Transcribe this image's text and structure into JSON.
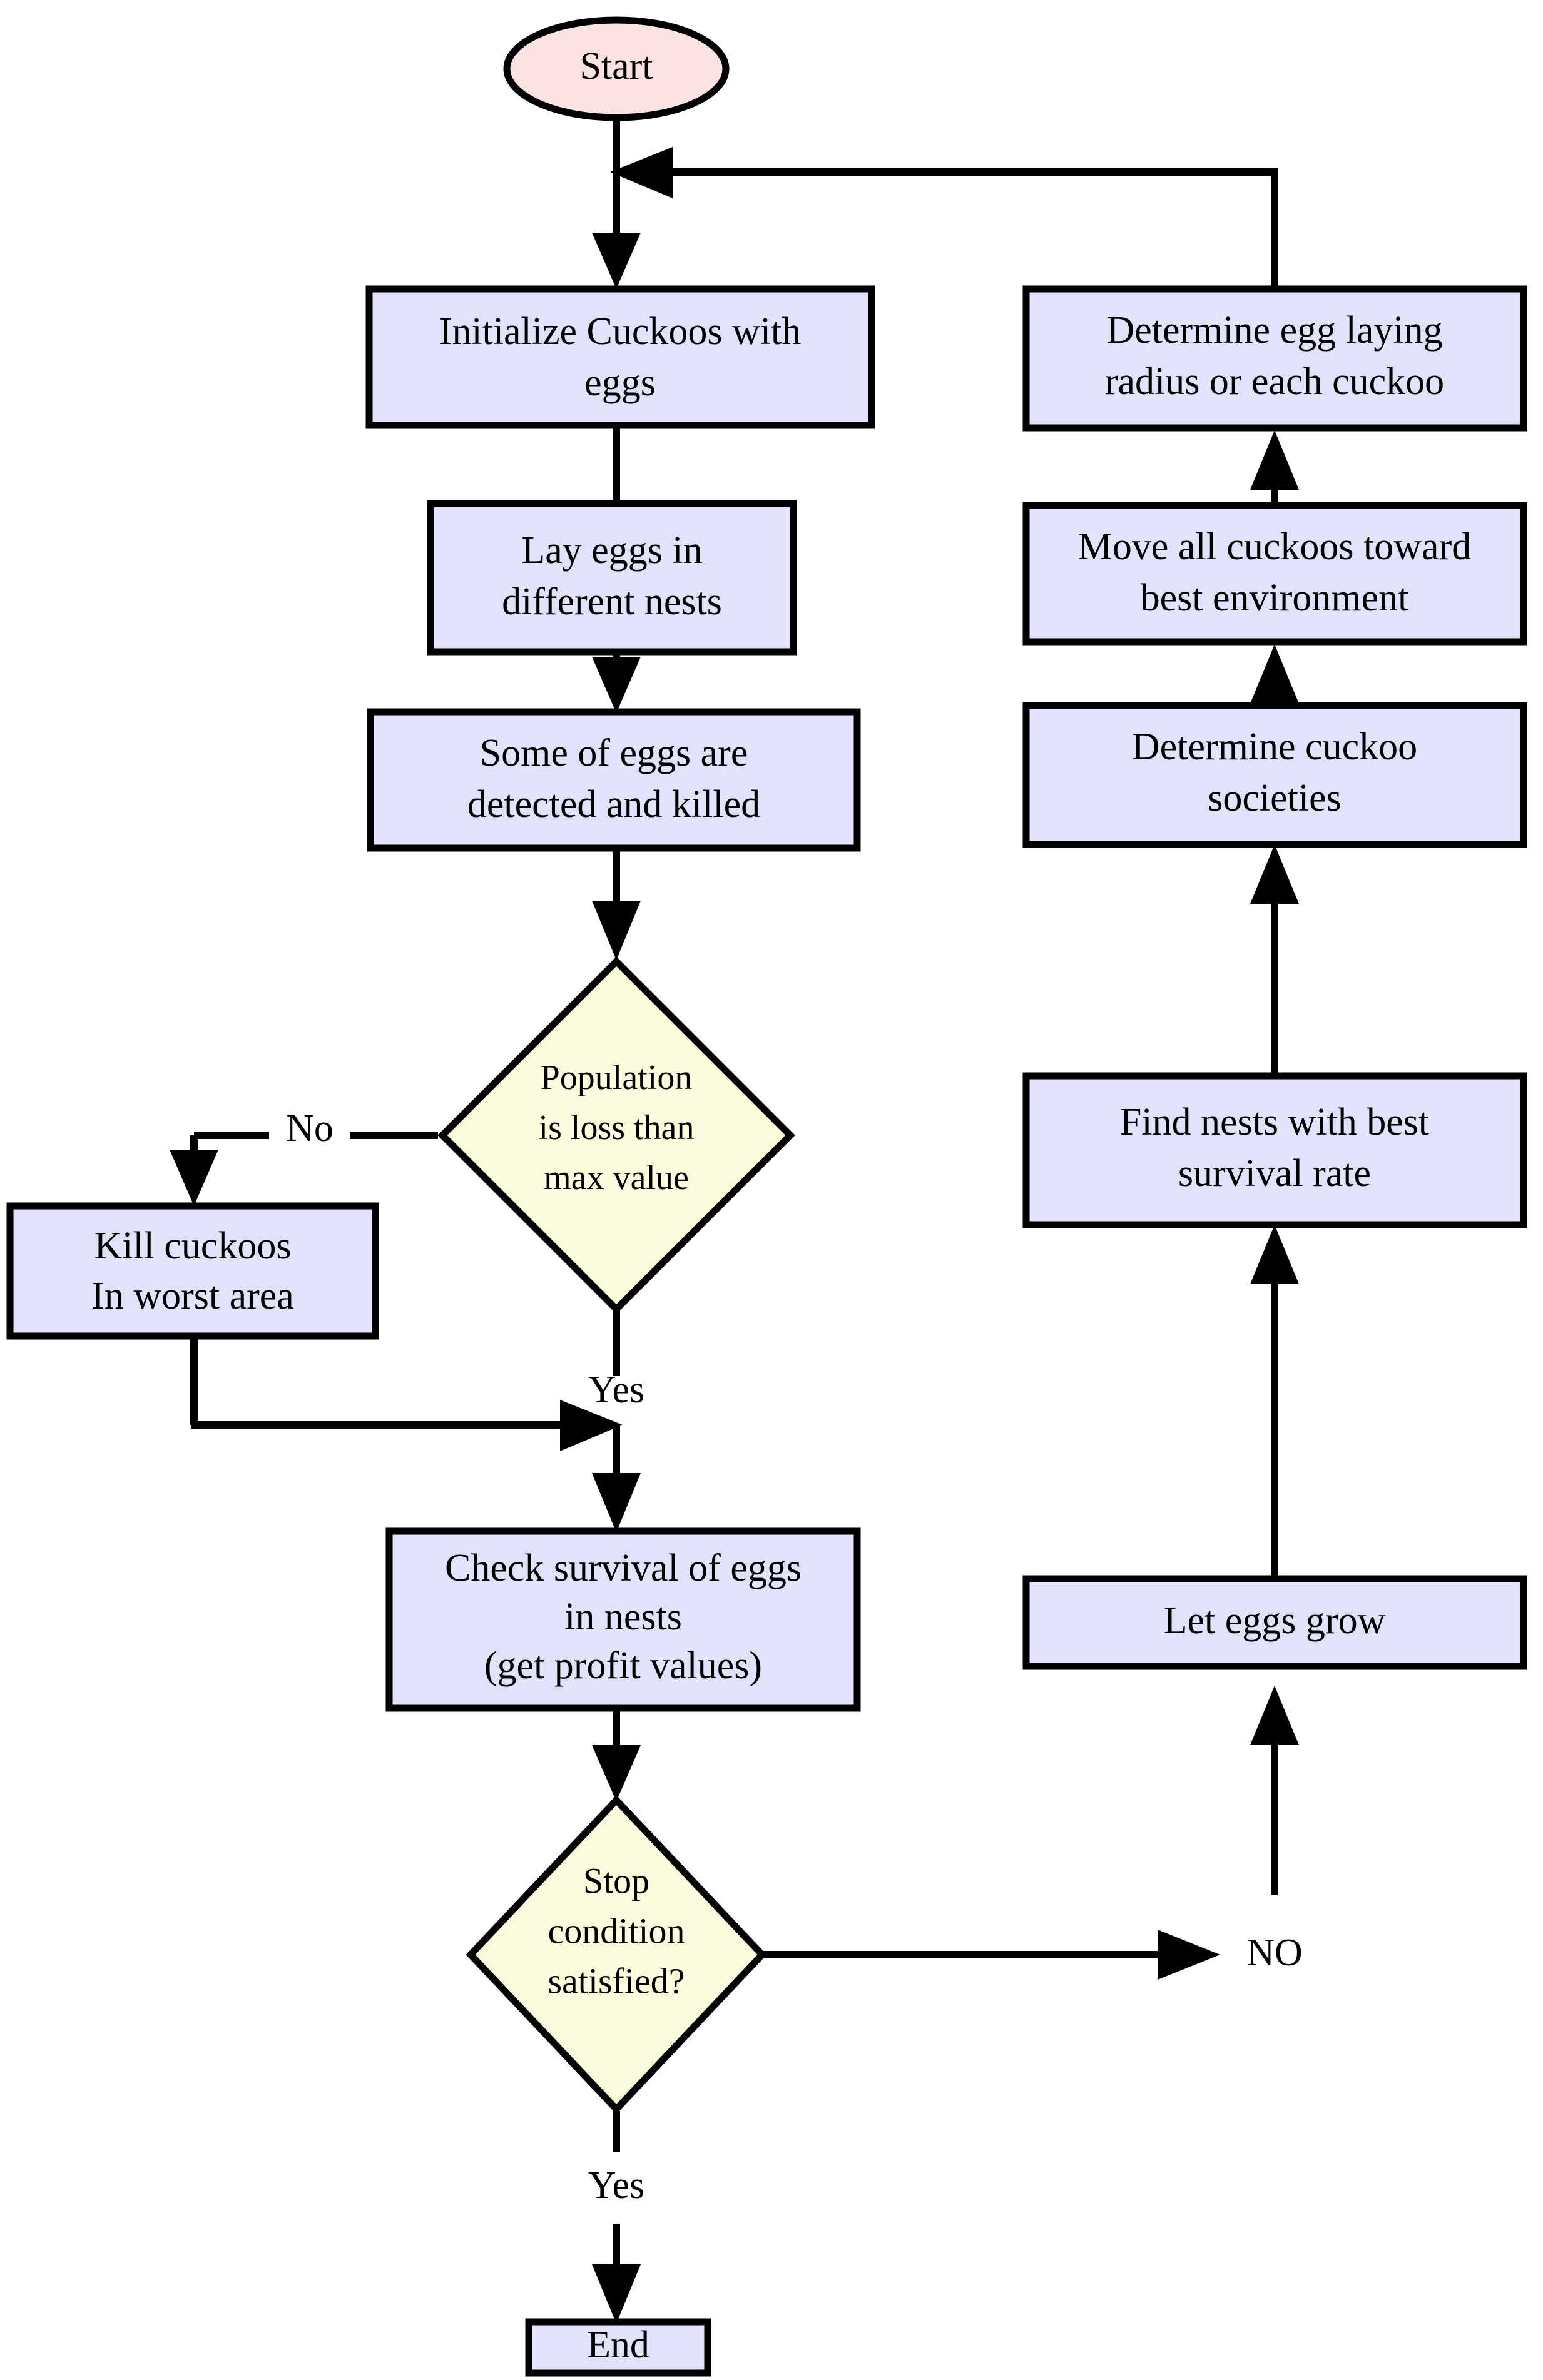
{
  "diagram": {
    "title": "Cuckoo Optimization Algorithm Flowchart",
    "colors": {
      "terminal_fill": "#fae2e2",
      "process_fill": "#e2e2fa",
      "decision_fill": "#fafadc",
      "stroke": "#000000",
      "background": "#ffffff"
    }
  },
  "nodes": {
    "start": {
      "id": "start",
      "shape": "ellipse",
      "label": "Start"
    },
    "initialize": {
      "id": "initialize",
      "shape": "rectangle",
      "lines": [
        "Initialize Cuckoos with",
        "eggs"
      ]
    },
    "lay_eggs": {
      "id": "lay_eggs",
      "shape": "rectangle",
      "lines": [
        "Lay eggs in",
        "different nests"
      ]
    },
    "some_eggs_killed": {
      "id": "some_eggs_killed",
      "shape": "rectangle",
      "lines": [
        "Some of eggs are",
        "detected and killed"
      ]
    },
    "population_check": {
      "id": "population_check",
      "shape": "diamond",
      "lines": [
        "Population",
        "is loss than",
        "max value"
      ]
    },
    "kill_cuckoos": {
      "id": "kill_cuckoos",
      "shape": "rectangle",
      "lines": [
        "Kill cuckoos",
        "In worst area"
      ]
    },
    "check_survival": {
      "id": "check_survival",
      "shape": "rectangle",
      "lines": [
        "Check survival of eggs",
        "in nests",
        "(get profit values)"
      ]
    },
    "stop_condition": {
      "id": "stop_condition",
      "shape": "diamond",
      "lines": [
        "Stop",
        "condition",
        "satisfied?"
      ]
    },
    "end": {
      "id": "end",
      "shape": "rectangle",
      "label": "End"
    },
    "let_eggs_grow": {
      "id": "let_eggs_grow",
      "shape": "rectangle",
      "lines": [
        "Let eggs grow"
      ]
    },
    "find_nests": {
      "id": "find_nests",
      "shape": "rectangle",
      "lines": [
        "Find nests with best",
        "survival rate"
      ]
    },
    "determine_societies": {
      "id": "determine_societies",
      "shape": "rectangle",
      "lines": [
        "Determine cuckoo",
        "societies"
      ]
    },
    "move_cuckoos": {
      "id": "move_cuckoos",
      "shape": "rectangle",
      "lines": [
        "Move all cuckoos toward",
        "best environment"
      ]
    },
    "determine_radius": {
      "id": "determine_radius",
      "shape": "rectangle",
      "lines": [
        "Determine egg laying",
        "radius or each cuckoo"
      ]
    }
  },
  "edge_labels": {
    "population_no": "No",
    "population_yes": "Yes",
    "stop_no": "NO",
    "stop_yes": "Yes"
  },
  "chart_data": {
    "type": "diagram",
    "title": "Cuckoo Optimization Algorithm Flowchart",
    "node_order": [
      "Start",
      "Initialize Cuckoos with eggs",
      "Lay eggs in different nests",
      "Some of eggs are detected and killed",
      "Population is loss than max value",
      "Kill cuckoos In worst area",
      "Check survival of eggs in nests (get profit values)",
      "Stop condition satisfied?",
      "End",
      "Let eggs grow",
      "Find nests with best survival rate",
      "Determine cuckoo societies",
      "Move all cuckoos toward best environment",
      "Determine egg laying radius or each cuckoo"
    ],
    "edges": [
      {
        "from": "Start",
        "to": "Initialize Cuckoos with eggs",
        "label": ""
      },
      {
        "from": "Initialize Cuckoos with eggs",
        "to": "Lay eggs in different nests",
        "label": ""
      },
      {
        "from": "Lay eggs in different nests",
        "to": "Some of eggs are detected and killed",
        "label": ""
      },
      {
        "from": "Some of eggs are detected and killed",
        "to": "Population is loss than max value",
        "label": ""
      },
      {
        "from": "Population is loss than max value",
        "to": "Kill cuckoos In worst area",
        "label": "No"
      },
      {
        "from": "Population is loss than max value",
        "to": "Check survival of eggs in nests (get profit values)",
        "label": "Yes"
      },
      {
        "from": "Kill cuckoos In worst area",
        "to": "Check survival of eggs in nests (get profit values)",
        "label": ""
      },
      {
        "from": "Check survival of eggs in nests (get profit values)",
        "to": "Stop condition satisfied?",
        "label": ""
      },
      {
        "from": "Stop condition satisfied?",
        "to": "End",
        "label": "Yes"
      },
      {
        "from": "Stop condition satisfied?",
        "to": "Let eggs grow",
        "label": "NO"
      },
      {
        "from": "Let eggs grow",
        "to": "Find nests with best survival rate",
        "label": ""
      },
      {
        "from": "Find nests with best survival rate",
        "to": "Determine cuckoo societies",
        "label": ""
      },
      {
        "from": "Determine cuckoo societies",
        "to": "Move all cuckoos toward best environment",
        "label": ""
      },
      {
        "from": "Move all cuckoos toward best environment",
        "to": "Determine egg laying radius or each cuckoo",
        "label": ""
      },
      {
        "from": "Determine egg laying radius or each cuckoo",
        "to": "Initialize Cuckoos with eggs",
        "label": ""
      }
    ]
  }
}
